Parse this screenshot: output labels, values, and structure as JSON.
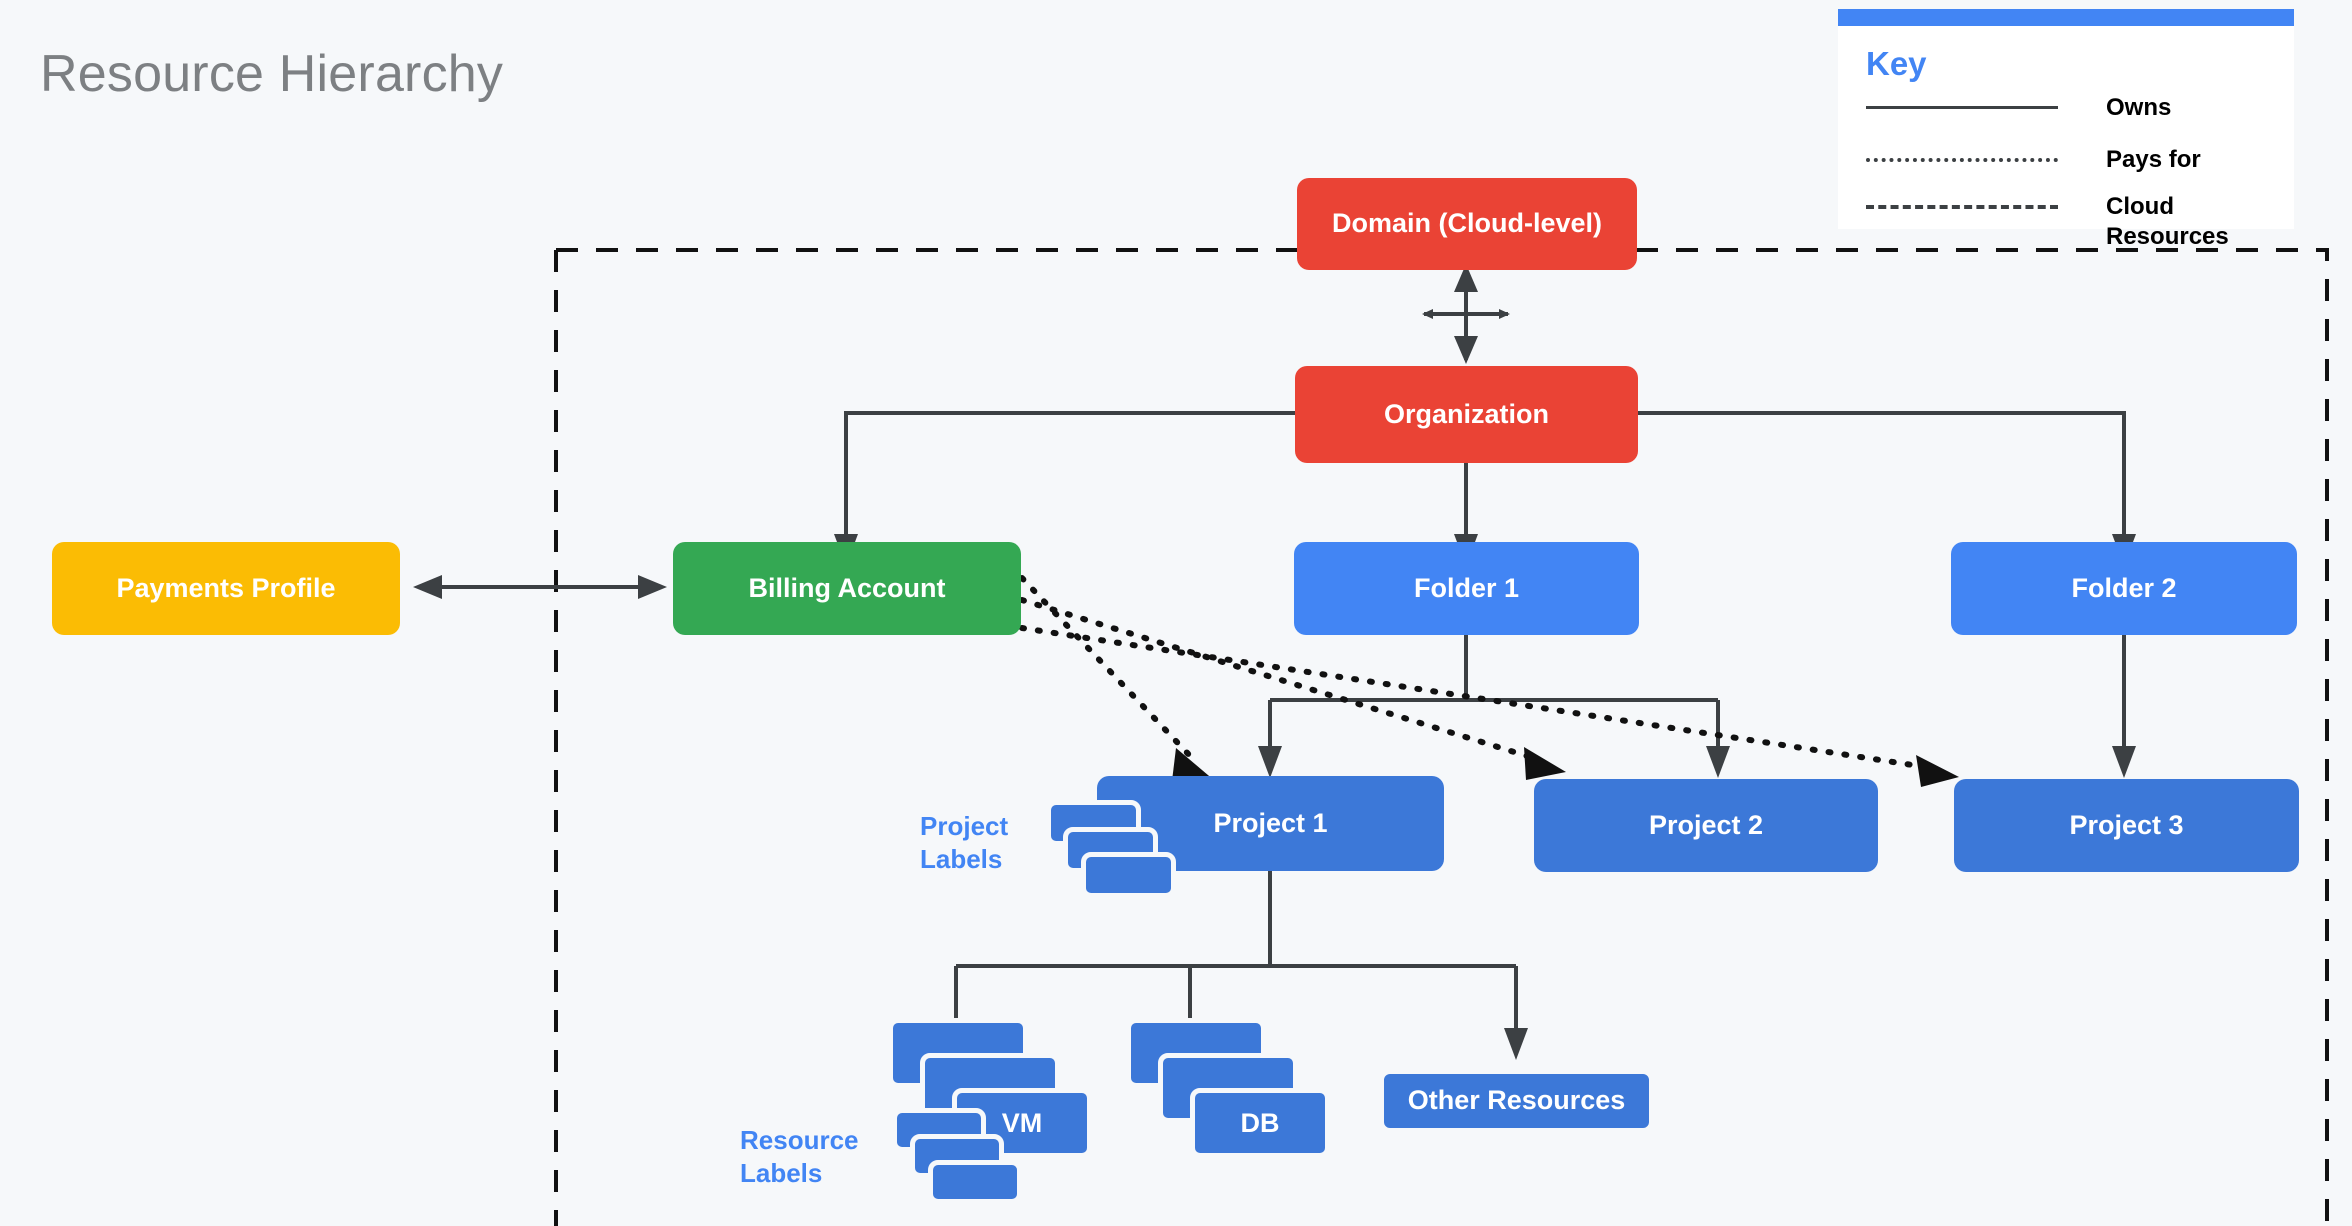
{
  "title": "Resource Hierarchy",
  "colors": {
    "background": "#f6f8fa",
    "red": "#ea4335",
    "green": "#34a853",
    "amber": "#fbbc04",
    "blue_light": "#4285f4",
    "blue_dark": "#3c78d8",
    "line": "#3c4043",
    "title_gray": "#7d8083",
    "key_accent": "#4285f4"
  },
  "key": {
    "title": "Key",
    "entries": [
      {
        "style": "solid",
        "label": "Owns"
      },
      {
        "style": "dotted",
        "label": "Pays for"
      },
      {
        "style": "dashed",
        "label": "Cloud Resources"
      }
    ]
  },
  "nodes": {
    "domain": "Domain (Cloud-level)",
    "organization": "Organization",
    "payments_profile": "Payments Profile",
    "billing_account": "Billing Account",
    "folder_1": "Folder 1",
    "folder_2": "Folder 2",
    "project_1": "Project 1",
    "project_2": "Project 2",
    "project_3": "Project 3",
    "vm": "VM",
    "db": "DB",
    "other_resources": "Other Resources"
  },
  "labels": {
    "project_labels": "Project Labels",
    "resource_labels": "Resource Labels"
  },
  "chart_data": {
    "type": "diagram",
    "title": "Resource Hierarchy",
    "diagram_kind": "hierarchy-tree",
    "legend": [
      {
        "line_style": "solid",
        "meaning": "Owns"
      },
      {
        "line_style": "dotted",
        "meaning": "Pays for"
      },
      {
        "line_style": "dashed",
        "meaning": "Cloud Resources"
      }
    ],
    "node_list": [
      {
        "id": "domain",
        "label": "Domain (Cloud-level)",
        "color": "#ea4335",
        "inside_cloud_boundary": false
      },
      {
        "id": "organization",
        "label": "Organization",
        "color": "#ea4335",
        "inside_cloud_boundary": true
      },
      {
        "id": "payments_profile",
        "label": "Payments Profile",
        "color": "#fbbc04",
        "inside_cloud_boundary": false
      },
      {
        "id": "billing_account",
        "label": "Billing Account",
        "color": "#34a853",
        "inside_cloud_boundary": true
      },
      {
        "id": "folder_1",
        "label": "Folder 1",
        "color": "#4285f4",
        "inside_cloud_boundary": true
      },
      {
        "id": "folder_2",
        "label": "Folder 2",
        "color": "#4285f4",
        "inside_cloud_boundary": true
      },
      {
        "id": "project_1",
        "label": "Project 1",
        "color": "#3c78d8",
        "inside_cloud_boundary": true
      },
      {
        "id": "project_2",
        "label": "Project 2",
        "color": "#3c78d8",
        "inside_cloud_boundary": true
      },
      {
        "id": "project_3",
        "label": "Project 3",
        "color": "#3c78d8",
        "inside_cloud_boundary": true
      },
      {
        "id": "vm",
        "label": "VM",
        "color": "#3c78d8",
        "inside_cloud_boundary": true
      },
      {
        "id": "db",
        "label": "DB",
        "color": "#3c78d8",
        "inside_cloud_boundary": true
      },
      {
        "id": "other_resources",
        "label": "Other Resources",
        "color": "#3c78d8",
        "inside_cloud_boundary": true
      }
    ],
    "edges": [
      {
        "from": "domain",
        "to": "organization",
        "style": "solid",
        "arrows": "both"
      },
      {
        "from": "organization",
        "to": "billing_account",
        "style": "solid",
        "arrows": "to"
      },
      {
        "from": "organization",
        "to": "folder_1",
        "style": "solid",
        "arrows": "to"
      },
      {
        "from": "organization",
        "to": "folder_2",
        "style": "solid",
        "arrows": "to"
      },
      {
        "from": "payments_profile",
        "to": "billing_account",
        "style": "solid",
        "arrows": "both"
      },
      {
        "from": "folder_1",
        "to": "project_1",
        "style": "solid",
        "arrows": "to"
      },
      {
        "from": "folder_1",
        "to": "project_2",
        "style": "solid",
        "arrows": "to"
      },
      {
        "from": "folder_2",
        "to": "project_3",
        "style": "solid",
        "arrows": "to"
      },
      {
        "from": "billing_account",
        "to": "project_1",
        "style": "dotted",
        "arrows": "to"
      },
      {
        "from": "billing_account",
        "to": "project_2",
        "style": "dotted",
        "arrows": "to"
      },
      {
        "from": "billing_account",
        "to": "project_3",
        "style": "dotted",
        "arrows": "to"
      },
      {
        "from": "project_1",
        "to": "vm",
        "style": "solid",
        "arrows": "to"
      },
      {
        "from": "project_1",
        "to": "db",
        "style": "solid",
        "arrows": "to"
      },
      {
        "from": "project_1",
        "to": "other_resources",
        "style": "solid",
        "arrows": "to"
      }
    ],
    "annotations": [
      {
        "text": "Project Labels",
        "attached_to": "project_1"
      },
      {
        "text": "Resource Labels",
        "attached_to": "vm"
      }
    ]
  }
}
